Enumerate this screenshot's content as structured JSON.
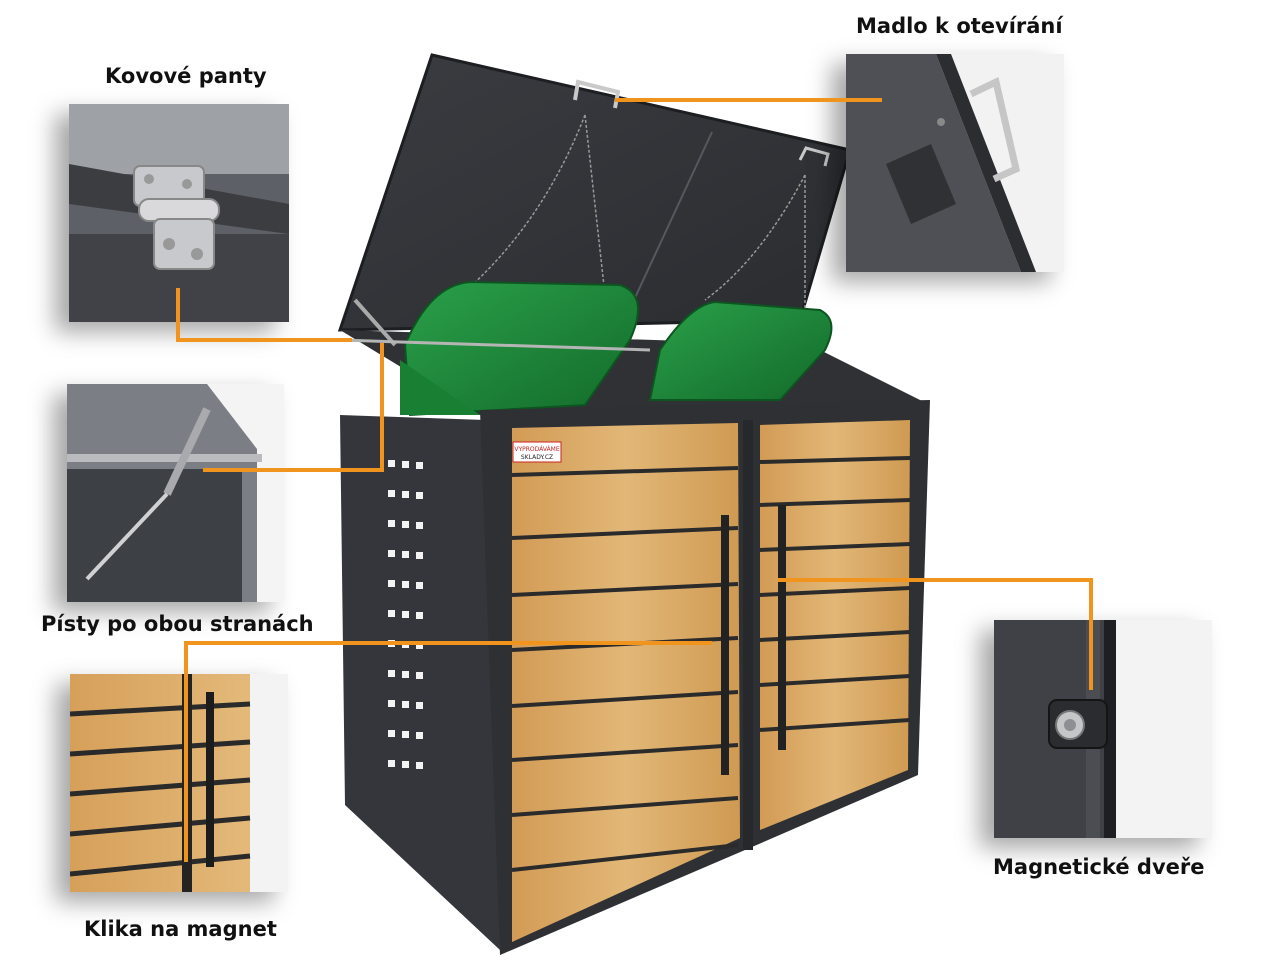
{
  "labels": {
    "hinges": "Kovové panty",
    "handle": "Madlo k otevírání",
    "pistons": "Písty po obou stranách",
    "magnet_handle": "Klika na magnet",
    "magnetic_doors": "Magnetické dveře"
  },
  "product": {
    "sticker_line1": "VYPRODÁVÁME",
    "sticker_line2": "SKLADY.CZ"
  },
  "colors": {
    "accent_orange": "#f0941e",
    "frame_dark": "#33353a",
    "bin_green": "#1f8a3a",
    "wood": "#d9a963"
  }
}
